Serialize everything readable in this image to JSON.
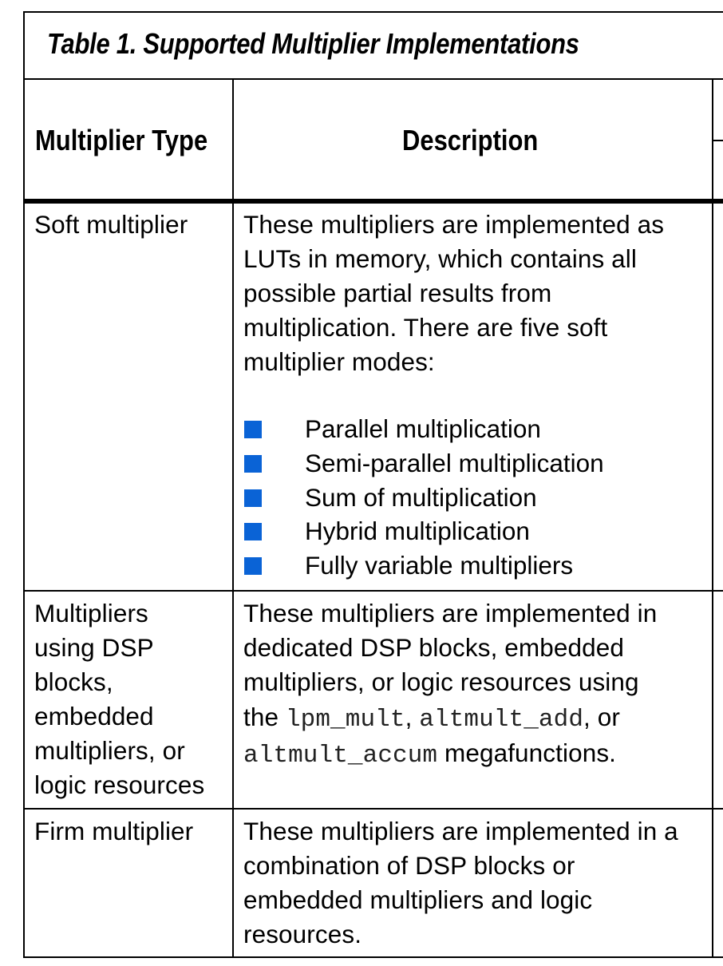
{
  "table": {
    "caption": "Table 1. Supported Multiplier Implementations",
    "headers": {
      "type": "Multiplier Type",
      "description": "Description"
    },
    "rows": [
      {
        "type_lines": [
          "Soft multiplier"
        ],
        "description_lines": [
          "These multipliers are implemented as",
          "LUTs in memory, which contains all",
          "possible partial results from",
          "multiplication. There are five soft",
          "multiplier modes:"
        ],
        "bullets": [
          "Parallel multiplication",
          "Semi-parallel multiplication",
          "Sum of multiplication",
          "Hybrid multiplication",
          "Fully variable multipliers"
        ],
        "bullet_color": "#0a63d6"
      },
      {
        "type_lines": [
          "Multipliers",
          "using DSP",
          "blocks,",
          "embedded",
          "multipliers, or",
          "logic resources"
        ],
        "description": {
          "line1": "These multipliers are implemented in",
          "line2": "dedicated DSP blocks, embedded",
          "line3": "multipliers, or logic resources using",
          "line4_prefix": "the ",
          "code1": "lpm_mult",
          "sep1": ", ",
          "code2": "altmult_add",
          "sep2": ", or",
          "code3": "altmult_accum",
          "line5_suffix": " megafunctions."
        }
      },
      {
        "type_lines": [
          "Firm multiplier"
        ],
        "description_lines": [
          "These multipliers are implemented in a",
          "combination of DSP blocks or",
          "embedded multipliers and logic",
          "resources."
        ]
      }
    ]
  }
}
